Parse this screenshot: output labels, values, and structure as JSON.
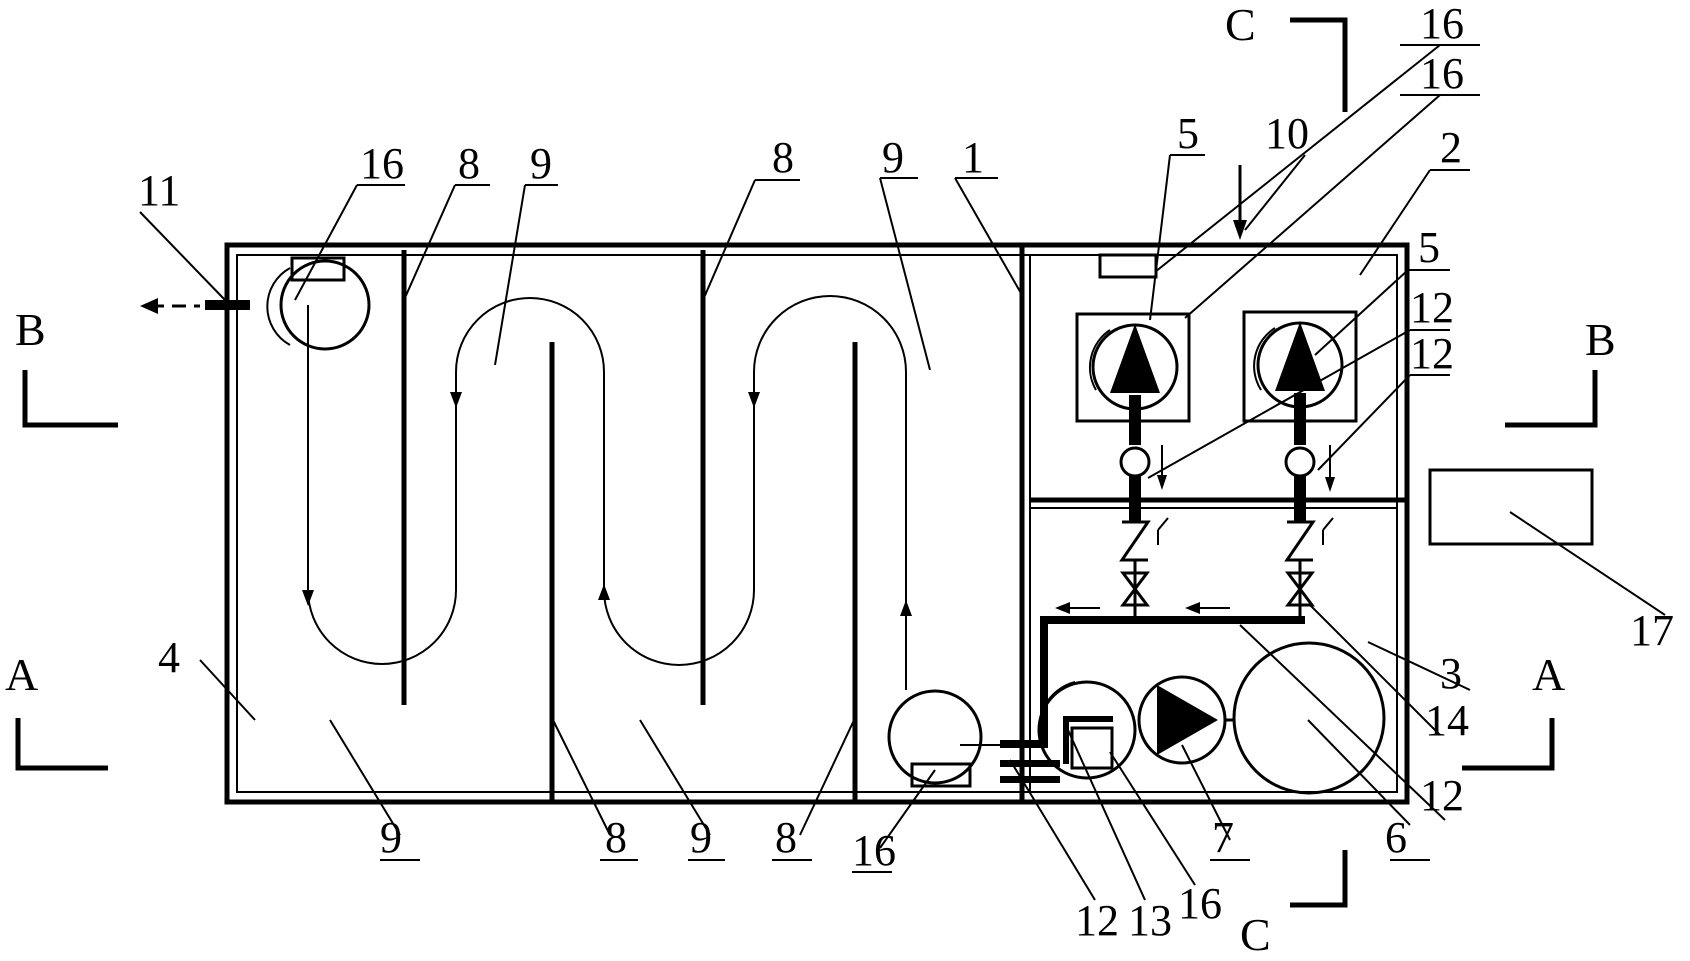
{
  "sections": {
    "a": "A",
    "b": "B",
    "c": "C"
  },
  "labels": {
    "n1": "1",
    "n2": "2",
    "n3": "3",
    "n4": "4",
    "n5": "5",
    "n6": "6",
    "n7": "7",
    "n8": "8",
    "n9": "9",
    "n10": "10",
    "n11": "11",
    "n12": "12",
    "n13": "13",
    "n14": "14",
    "n16": "16",
    "n17": "17"
  }
}
